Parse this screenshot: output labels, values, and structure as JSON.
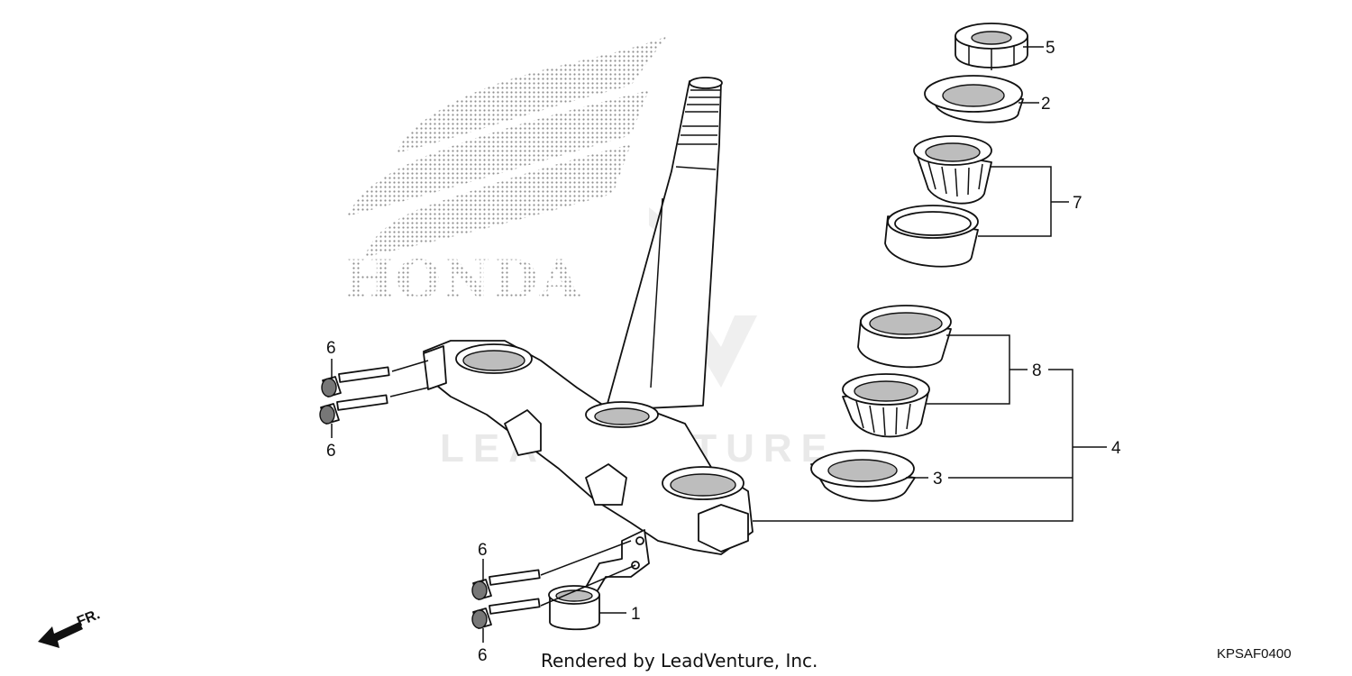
{
  "diagram": {
    "brand_logo_text": "HONDA",
    "watermark_text": "LEADVENTURE",
    "direction_label": "FR.",
    "footer_credit": "Rendered by LeadVenture, Inc.",
    "diagram_code": "KPSAF0400",
    "callouts": {
      "c1": "1",
      "c2": "2",
      "c3": "3",
      "c4": "4",
      "c5": "5",
      "c6a": "6",
      "c6b": "6",
      "c6c": "6",
      "c6d": "6",
      "c7": "7",
      "c8": "8"
    }
  },
  "colors": {
    "ink": "#111111",
    "shade": "#bdbdbd",
    "watermark": "#e9e9e9",
    "logo_dots": "#9a9a9a"
  }
}
